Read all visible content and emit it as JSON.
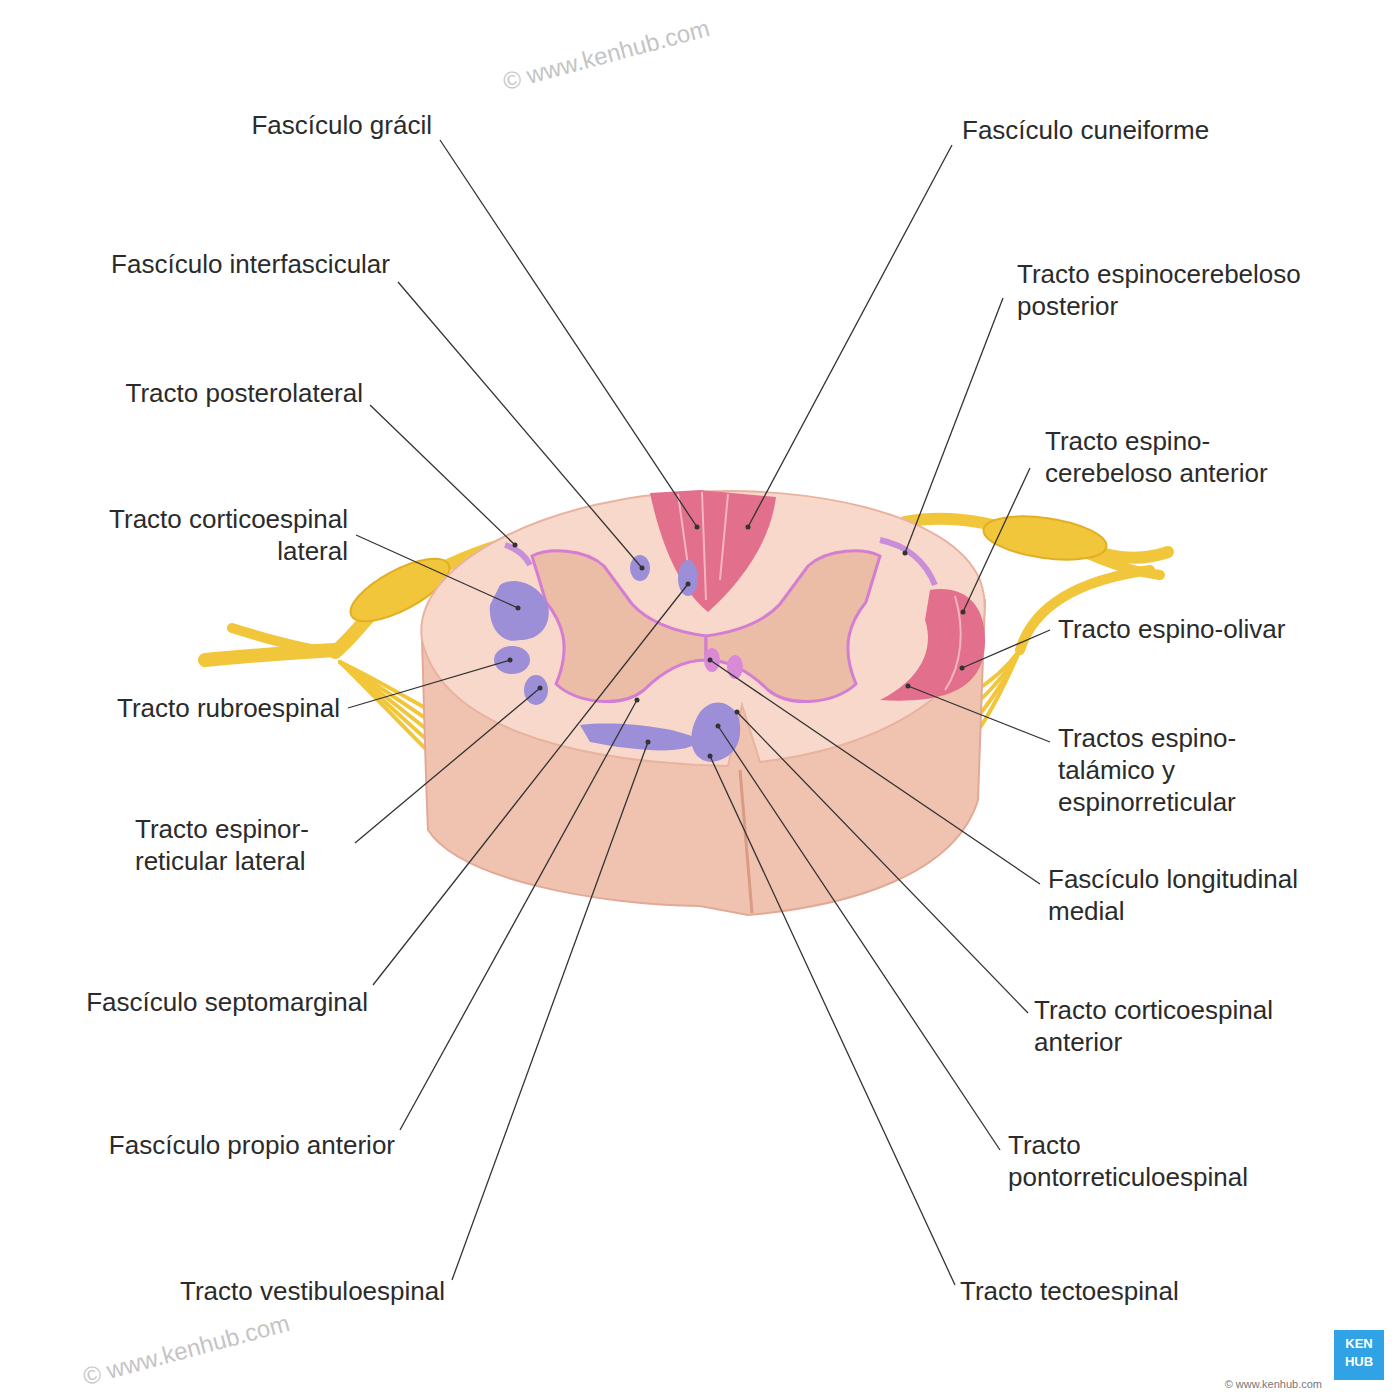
{
  "diagram": {
    "labels": [
      "Fascículo grácil",
      "Fascículo cuneiforme",
      "Fascículo interfascicular",
      "Tracto espinocerebeloso posterior",
      "Tracto posterolateral",
      "Tracto espino- cerebeloso anterior",
      "Tracto corticoespinal lateral",
      "Tracto espino-olivar",
      "Tracto rubroespinal",
      "Tractos espino- talámico y espinorreticular",
      "Tracto espinor- reticular lateral",
      "Fascículo longitudinal medial",
      "Fascículo septomarginal",
      "Tracto corticoespinal anterior",
      "Fascículo propio anterior",
      "Tracto pontorreticuloespinal",
      "Tracto vestibuloespinal",
      "Tracto tectoespinal",
      "© www.kenhub.com",
      "© www.kenhub.com",
      "© www.kenhub.com",
      "KEN",
      "HUB"
    ]
  }
}
